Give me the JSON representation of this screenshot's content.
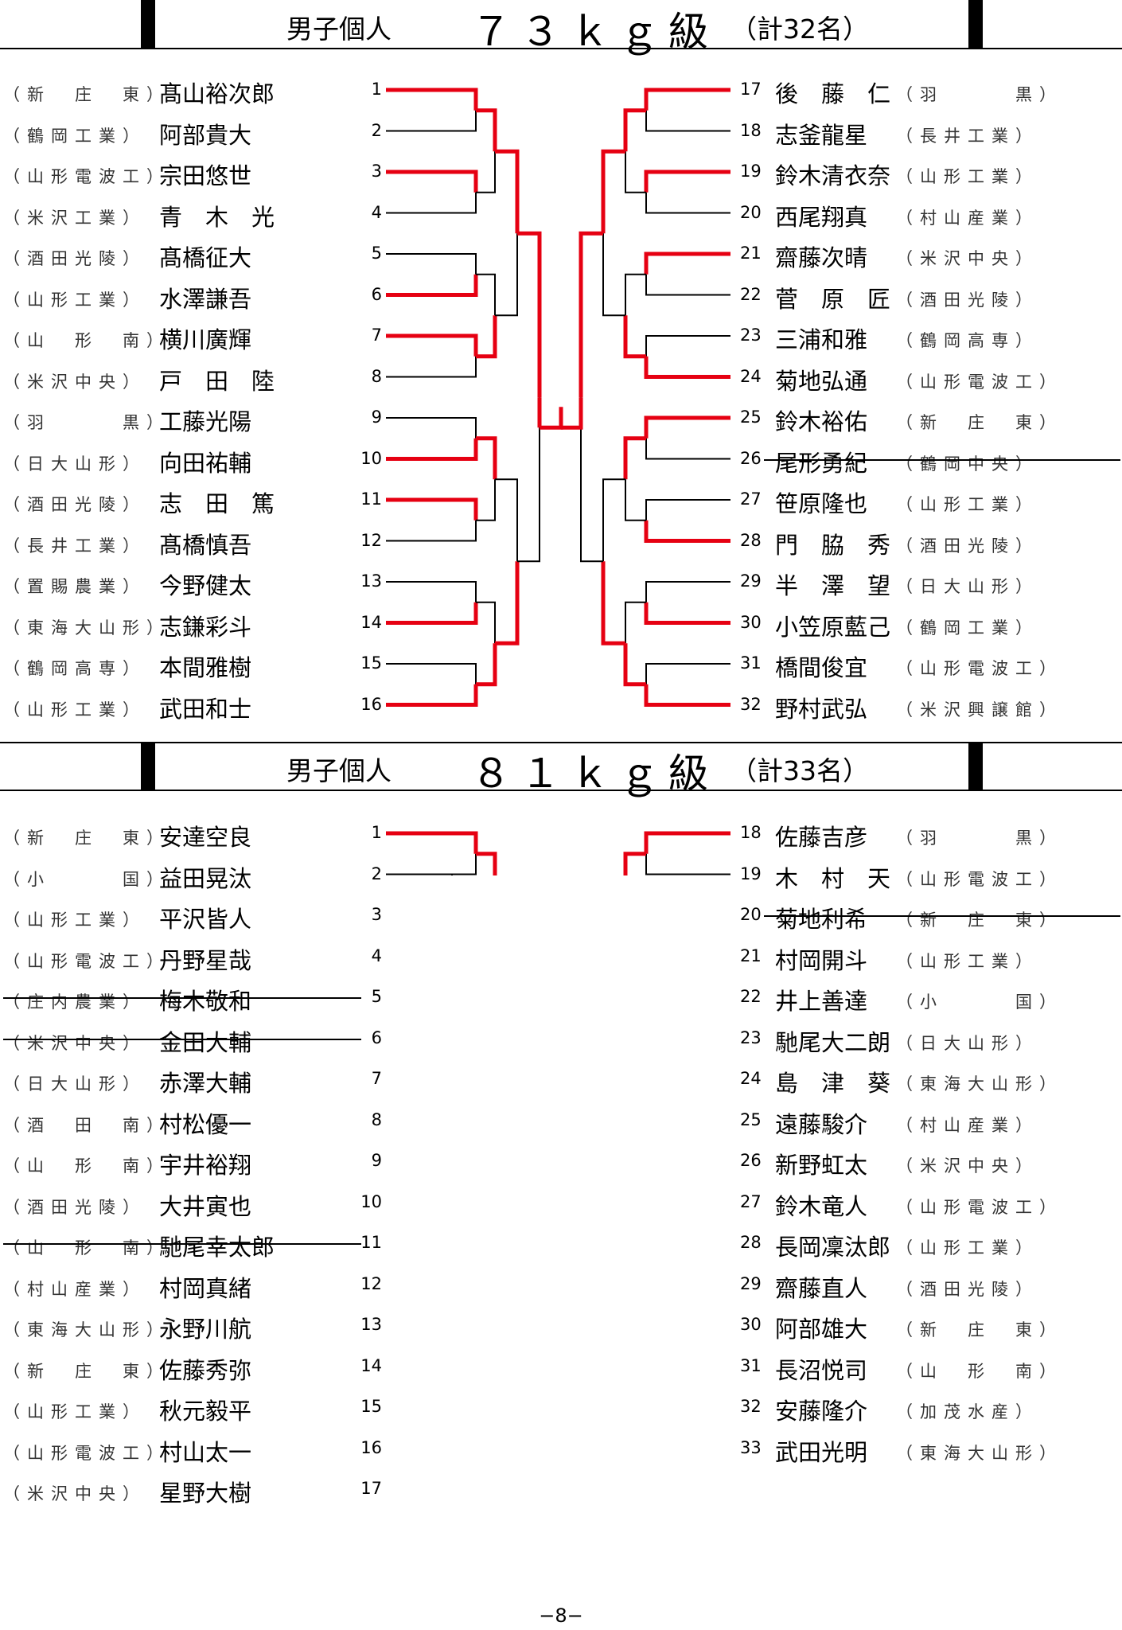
{
  "sections": [
    {
      "title": "男子個人",
      "class_label": "７３ｋｇ級",
      "count_label": "（計32名）",
      "left": [
        {
          "no": "1",
          "school": "（新　庄　東）",
          "name": "髙山裕次郎"
        },
        {
          "no": "2",
          "school": "（鶴岡工業）",
          "name": "阿部貴大"
        },
        {
          "no": "3",
          "school": "（山形電波工）",
          "name": "宗田悠世"
        },
        {
          "no": "4",
          "school": "（米沢工業）",
          "name": "青　木　光"
        },
        {
          "no": "5",
          "school": "（酒田光陵）",
          "name": "髙橋征大"
        },
        {
          "no": "6",
          "school": "（山形工業）",
          "name": "水澤謙吾"
        },
        {
          "no": "7",
          "school": "（山　形　南）",
          "name": "横川廣輝"
        },
        {
          "no": "8",
          "school": "（米沢中央）",
          "name": "戸　田　陸"
        },
        {
          "no": "9",
          "school": "（羽　　　黒）",
          "name": "工藤光陽"
        },
        {
          "no": "10",
          "school": "（日大山形）",
          "name": "向田祐輔"
        },
        {
          "no": "11",
          "school": "（酒田光陵）",
          "name": "志　田　篤"
        },
        {
          "no": "12",
          "school": "（長井工業）",
          "name": "髙橋慎吾"
        },
        {
          "no": "13",
          "school": "（置賜農業）",
          "name": "今野健太"
        },
        {
          "no": "14",
          "school": "（東海大山形）",
          "name": "志鎌彩斗"
        },
        {
          "no": "15",
          "school": "（鶴岡高専）",
          "name": "本間雅樹"
        },
        {
          "no": "16",
          "school": "（山形工業）",
          "name": "武田和士"
        }
      ],
      "right": [
        {
          "no": "17",
          "school": "（羽　　　黒）",
          "name": "後　藤　仁"
        },
        {
          "no": "18",
          "school": "（長井工業）",
          "name": "志釜龍星"
        },
        {
          "no": "19",
          "school": "（山形工業）",
          "name": "鈴木清衣奈"
        },
        {
          "no": "20",
          "school": "（村山産業）",
          "name": "西尾翔真"
        },
        {
          "no": "21",
          "school": "（米沢中央）",
          "name": "齋藤次晴"
        },
        {
          "no": "22",
          "school": "（酒田光陵）",
          "name": "菅　原　匠"
        },
        {
          "no": "23",
          "school": "（鶴岡高専）",
          "name": "三浦和雅"
        },
        {
          "no": "24",
          "school": "（山形電波工）",
          "name": "菊地弘通"
        },
        {
          "no": "25",
          "school": "（新　庄　東）",
          "name": "鈴木裕佑"
        },
        {
          "no": "26",
          "school": "（鶴岡中央）",
          "name": "尾形勇紀"
        },
        {
          "no": "27",
          "school": "（山形工業）",
          "name": "笹原隆也"
        },
        {
          "no": "28",
          "school": "（酒田光陵）",
          "name": "門　脇　秀"
        },
        {
          "no": "29",
          "school": "（日大山形）",
          "name": "半　澤　望"
        },
        {
          "no": "30",
          "school": "（鶴岡工業）",
          "name": "小笠原藍己"
        },
        {
          "no": "31",
          "school": "（山形電波工）",
          "name": "橋間俊宜"
        },
        {
          "no": "32",
          "school": "（米沢興譲館）",
          "name": "野村武弘"
        }
      ]
    },
    {
      "title": "男子個人",
      "class_label": "８１ｋｇ級",
      "count_label": "（計33名）",
      "left": [
        {
          "no": "1",
          "school": "（新　庄　東）",
          "name": "安達空良"
        },
        {
          "no": "2",
          "school": "（小　　　国）",
          "name": "益田晃汰"
        },
        {
          "no": "3",
          "school": "（山形工業）",
          "name": "平沢皆人"
        },
        {
          "no": "4",
          "school": "（山形電波工）",
          "name": "丹野星哉"
        },
        {
          "no": "5",
          "school": "（庄内農業）",
          "name": "梅木敬和"
        },
        {
          "no": "6",
          "school": "（米沢中央）",
          "name": "金田大輔"
        },
        {
          "no": "7",
          "school": "（日大山形）",
          "name": "赤澤大輔"
        },
        {
          "no": "8",
          "school": "（酒　田　南）",
          "name": "村松優一"
        },
        {
          "no": "9",
          "school": "（山　形　南）",
          "name": "宇井裕翔"
        },
        {
          "no": "10",
          "school": "（酒田光陵）",
          "name": "大井寅也"
        },
        {
          "no": "11",
          "school": "（山　形　南）",
          "name": "馳尾幸太郎"
        },
        {
          "no": "12",
          "school": "（村山産業）",
          "name": "村岡真緒"
        },
        {
          "no": "13",
          "school": "（東海大山形）",
          "name": "永野川航"
        },
        {
          "no": "14",
          "school": "（新　庄　東）",
          "name": "佐藤秀弥"
        },
        {
          "no": "15",
          "school": "（山形工業）",
          "name": "秋元毅平"
        },
        {
          "no": "16",
          "school": "（山形電波工）",
          "name": "村山太一"
        },
        {
          "no": "17",
          "school": "（米沢中央）",
          "name": "星野大樹"
        }
      ],
      "right": [
        {
          "no": "18",
          "school": "（羽　　　黒）",
          "name": "佐藤吉彦"
        },
        {
          "no": "19",
          "school": "（山形電波工）",
          "name": "木　村　天"
        },
        {
          "no": "20",
          "school": "（新　庄　東）",
          "name": "菊地利希"
        },
        {
          "no": "21",
          "school": "（山形工業）",
          "name": "村岡開斗"
        },
        {
          "no": "22",
          "school": "（小　　　国）",
          "name": "井上善達"
        },
        {
          "no": "23",
          "school": "（日大山形）",
          "name": "馳尾大二朗"
        },
        {
          "no": "24",
          "school": "（東海大山形）",
          "name": "島　津　葵"
        },
        {
          "no": "25",
          "school": "（村山産業）",
          "name": "遠藤駿介"
        },
        {
          "no": "26",
          "school": "（米沢中央）",
          "name": "新野虹太"
        },
        {
          "no": "27",
          "school": "（山形電波工）",
          "name": "鈴木竜人"
        },
        {
          "no": "28",
          "school": "（山形工業）",
          "name": "長岡凜汰郎"
        },
        {
          "no": "29",
          "school": "（酒田光陵）",
          "name": "齋藤直人"
        },
        {
          "no": "30",
          "school": "（新　庄　東）",
          "name": "阿部雄大"
        },
        {
          "no": "31",
          "school": "（山　形　南）",
          "name": "長沼悦司"
        },
        {
          "no": "32",
          "school": "（加茂水産）",
          "name": "安藤隆介"
        },
        {
          "no": "33",
          "school": "（東海大山形）",
          "name": "武田光明"
        }
      ]
    }
  ],
  "page_number": "−8−",
  "colors": {
    "winner_line": "#e60012",
    "line": "#000000"
  }
}
